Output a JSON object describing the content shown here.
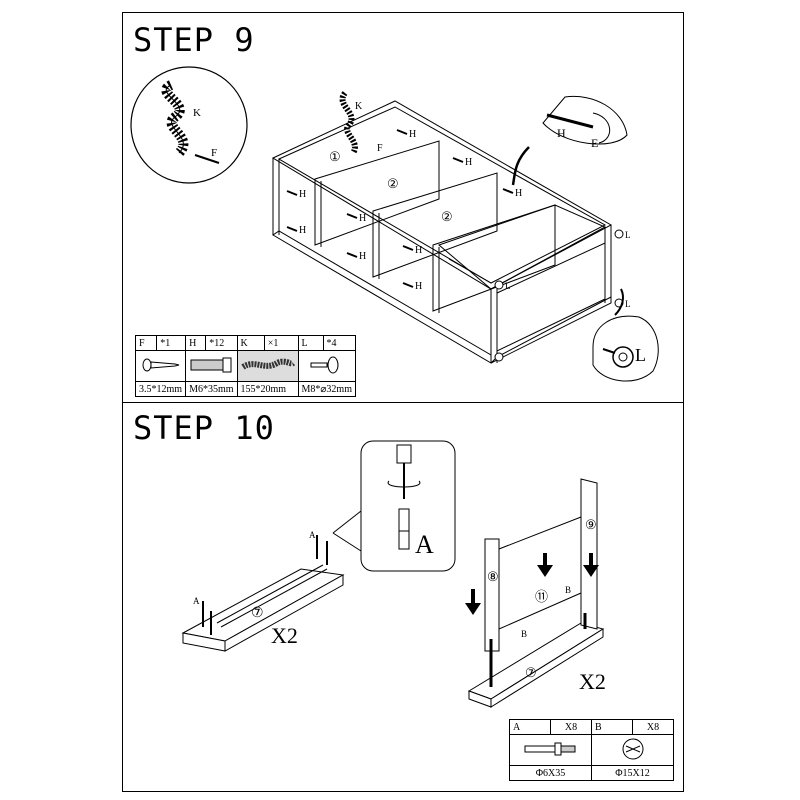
{
  "step9": {
    "title": "STEP 9",
    "callouts": {
      "k": "K",
      "f": "F",
      "h": "H",
      "e": "E",
      "l": "L"
    },
    "panel_marks": {
      "p1": "①",
      "p2": "②"
    },
    "hardware": [
      {
        "code": "F",
        "qty": "*1",
        "size": "3.5*12mm",
        "icon": "screw-icon"
      },
      {
        "code": "H",
        "qty": "*12",
        "size": "M6*35mm",
        "icon": "bolt-icon"
      },
      {
        "code": "K",
        "qty": "×1",
        "size": "155*20mm",
        "icon": "strap-icon"
      },
      {
        "code": "L",
        "qty": "*4",
        "size": "M8*⌀32mm",
        "icon": "leveler-foot-icon"
      }
    ]
  },
  "step10": {
    "title": "STEP 10",
    "times_label": "X2",
    "callouts": {
      "a": "A",
      "b": "B"
    },
    "panel_marks": {
      "p7": "⑦",
      "p8": "⑧",
      "p9": "⑨",
      "p11": "⑪"
    },
    "hardware": [
      {
        "code": "A",
        "qty": "X8",
        "size": "Φ6X35",
        "icon": "cam-bolt-icon"
      },
      {
        "code": "B",
        "qty": "X8",
        "size": "Φ15X12",
        "icon": "cam-lock-icon"
      }
    ]
  }
}
